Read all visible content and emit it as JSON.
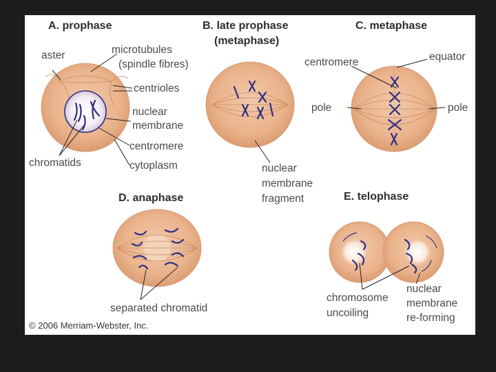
{
  "figure": {
    "panels": [
      {
        "id": "A",
        "title": "A. prophase"
      },
      {
        "id": "B",
        "title": "B. late prophase",
        "subtitle": "(metaphase)"
      },
      {
        "id": "C",
        "title": "C. metaphase"
      },
      {
        "id": "D",
        "title": "D. anaphase"
      },
      {
        "id": "E",
        "title": "E. telophase"
      }
    ],
    "labels": {
      "aster": "aster",
      "microtubules": "microtubules",
      "spindle_fibres": "(spindle fibres)",
      "centrioles": "centrioles",
      "nuclear": "nuclear",
      "membrane": "membrane",
      "centromere_a": "centromere",
      "chromatids": "chromatids",
      "cytoplasm": "cytoplasm",
      "nuclear_b": "nuclear",
      "membrane_b": "membrane",
      "fragment": "fragment",
      "centromere_c": "centromere",
      "equator": "equator",
      "pole_left": "pole",
      "pole_right": "pole",
      "separated_chromatid": "separated chromatid",
      "chromosome": "chromosome",
      "uncoiling": "uncoiling",
      "nuclear_e": "nuclear",
      "membrane_e": "membrane",
      "re_forming": "re-forming"
    },
    "copyright": "© 2006 Merriam-Webster, Inc.",
    "colors": {
      "cell_fill": "#eab38c",
      "cell_edge": "#d79a70",
      "chromosome": "#2d2f85",
      "label_text": "#4a4a4a",
      "leader_line": "#222222",
      "background": "#1c1c1c"
    }
  }
}
